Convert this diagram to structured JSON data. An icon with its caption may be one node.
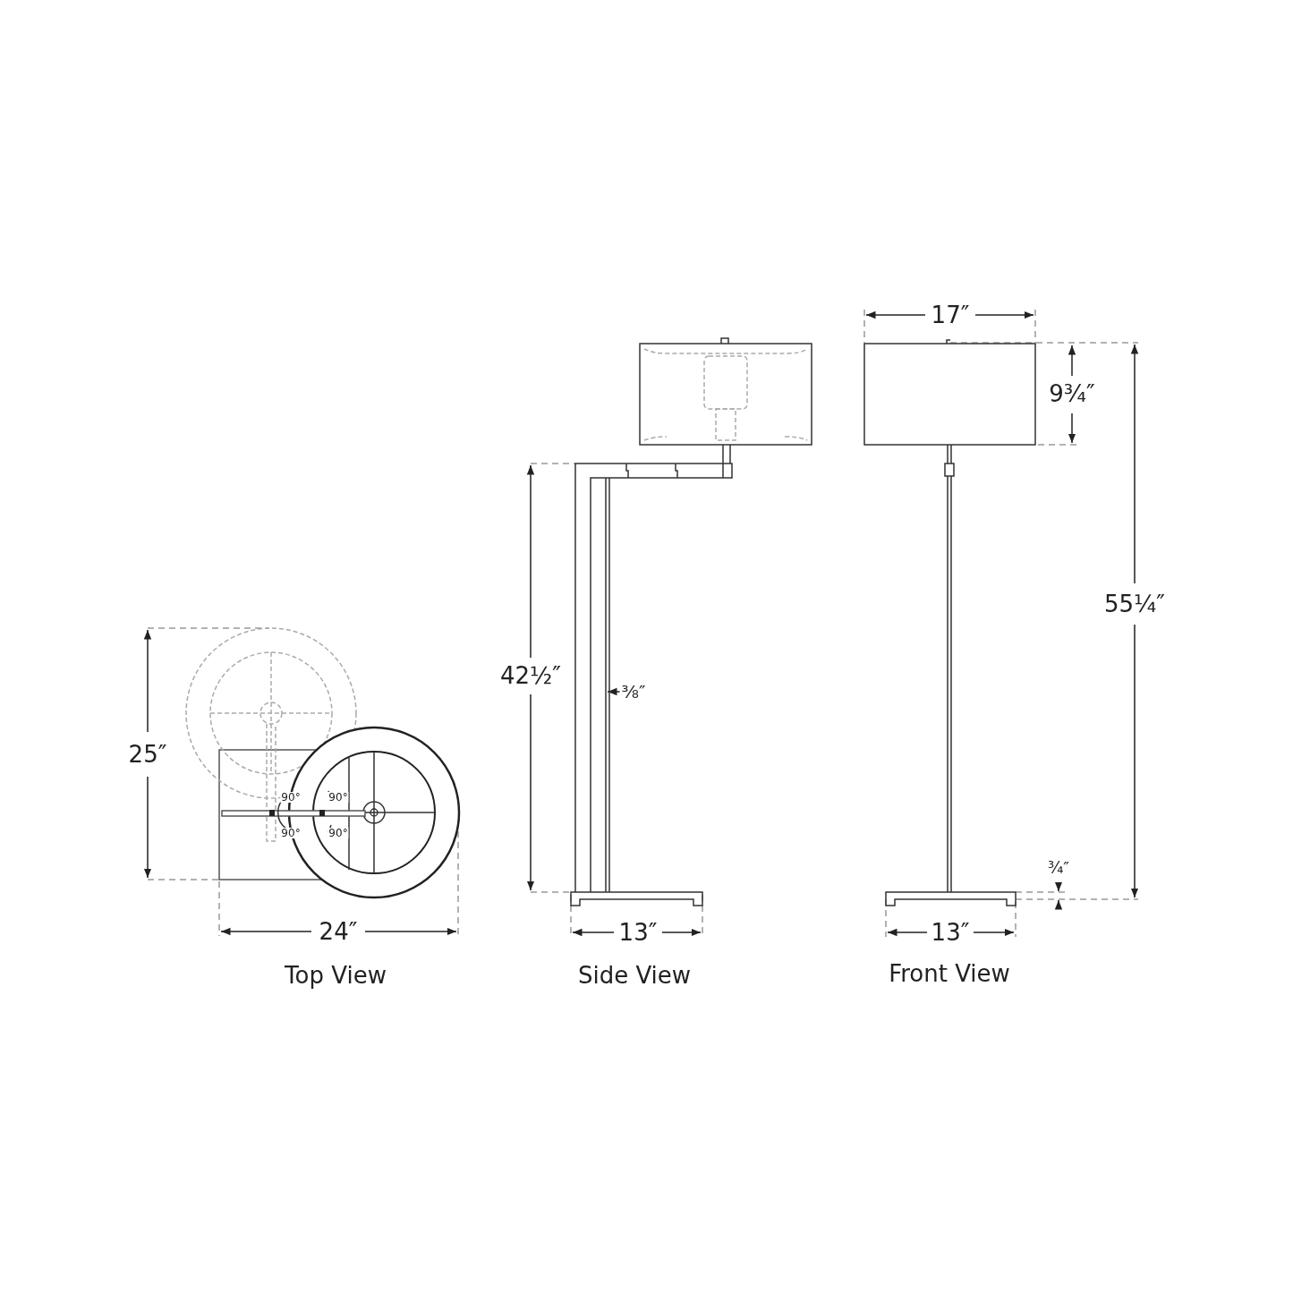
{
  "diagram": {
    "labels": [
      "17″",
      "9¾″",
      "55¼″",
      "25″",
      "42½″",
      "⅜″",
      "90°",
      "90°",
      "90°",
      "90°",
      "¾″",
      "24″",
      "13″",
      "13″",
      "Top View",
      "Side View",
      "Front View"
    ]
  }
}
